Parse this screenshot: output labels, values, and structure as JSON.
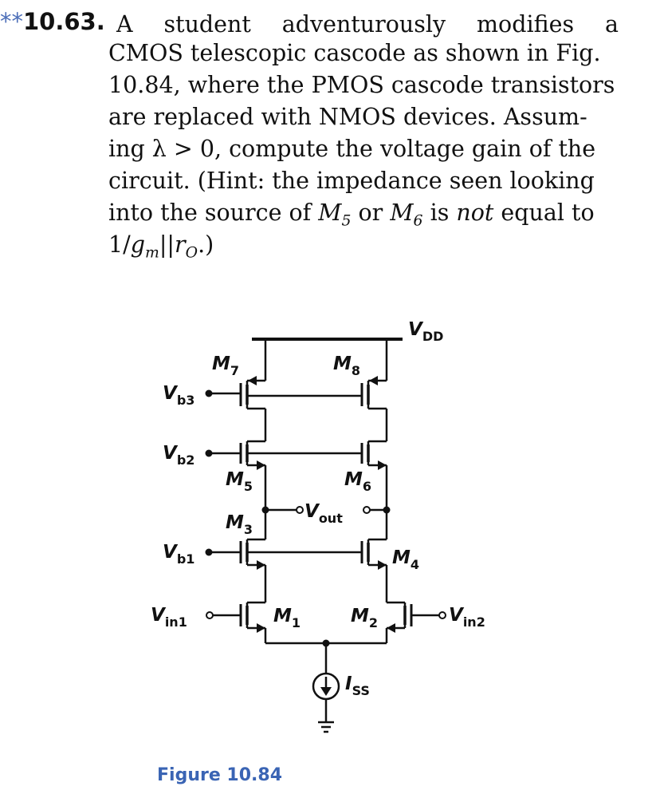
{
  "problem": {
    "stars": "**",
    "number": "10.63.",
    "line1_words": [
      "A",
      "student",
      "adventurously",
      "modifies",
      "a"
    ],
    "line2": "CMOS telescopic cascode as shown in Fig.",
    "line3": "10.84, where the PMOS cascode transistors",
    "line4": "are replaced with NMOS devices. Assum-",
    "line5": "ing λ > 0, compute the voltage gain of the",
    "line6": "circuit. (Hint: the impedance seen looking",
    "line7_a": "into the source of ",
    "line7_m5": "M",
    "line7_m5_sub": "5",
    "line7_b": " or ",
    "line7_m6": "M",
    "line7_m6_sub": "6",
    "line7_c": " is ",
    "line7_not": "not",
    "line7_d": " equal to",
    "line8_a": "1/",
    "line8_g": "g",
    "line8_gsub": "m",
    "line8_b": "||",
    "line8_r": "r",
    "line8_rsub": "O",
    "line8_c": ".)"
  },
  "circuit": {
    "supply": {
      "main": "V",
      "sub": "DD"
    },
    "m7": {
      "main": "M",
      "sub": "7"
    },
    "m8": {
      "main": "M",
      "sub": "8"
    },
    "m5": {
      "main": "M",
      "sub": "5"
    },
    "m6": {
      "main": "M",
      "sub": "6"
    },
    "m3": {
      "main": "M",
      "sub": "3"
    },
    "m4": {
      "main": "M",
      "sub": "4"
    },
    "m1": {
      "main": "M",
      "sub": "1"
    },
    "m2": {
      "main": "M",
      "sub": "2"
    },
    "vb3": {
      "main": "V",
      "sub": "b3"
    },
    "vb2": {
      "main": "V",
      "sub": "b2"
    },
    "vb1": {
      "main": "V",
      "sub": "b1"
    },
    "vout": {
      "main": "V",
      "sub": "out"
    },
    "vin1": {
      "main": "V",
      "sub": "in1"
    },
    "vin2": {
      "main": "V",
      "sub": "in2"
    },
    "iss": {
      "main": "I",
      "sub": "SS"
    }
  },
  "caption": "Figure 10.84"
}
